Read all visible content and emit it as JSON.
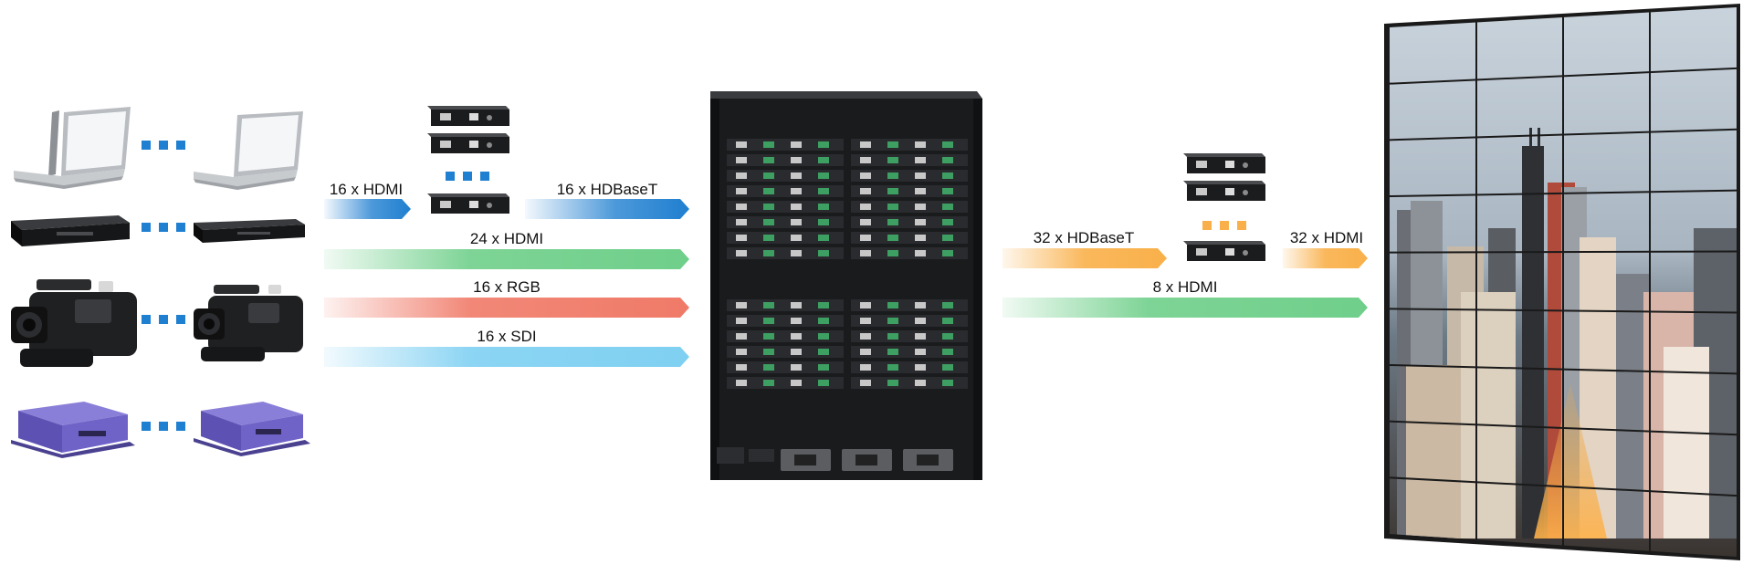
{
  "colors": {
    "hdmi_blue": "#1f7fd0",
    "hdmi_green": "#6fcf8a",
    "rgb_red": "#f07a68",
    "sdi_lightblue": "#7fd0f2",
    "hdbaset_orange": "#f9b04a",
    "dot_blue": "#1f7fd0",
    "dot_orange": "#f9b04a"
  },
  "sources": [
    {
      "name": "laptop",
      "icon": "laptop-icon"
    },
    {
      "name": "blu-ray-player",
      "icon": "player-icon"
    },
    {
      "name": "camcorder",
      "icon": "camcorder-icon"
    },
    {
      "name": "media-player",
      "icon": "media-box-icon"
    }
  ],
  "connections": {
    "in_hdmi_16": "16 x HDMI",
    "in_hdbaset_16": "16 x HDBaseT",
    "in_hdmi_24": "24 x HDMI",
    "in_rgb_16": "16 x RGB",
    "in_sdi_16": "16 x SDI",
    "out_hdbaset_32": "32 x HDBaseT",
    "out_hdmi_32": "32 x HDMI",
    "out_hdmi_8": "8 x HDMI"
  },
  "components": {
    "matrix": "matrix-switcher-chassis",
    "input_extenders": "hdbaset-transmitter-icon",
    "output_extenders": "hdbaset-receiver-icon",
    "display": "video-wall-icon"
  },
  "video_wall": {
    "columns": 4,
    "rows": 9
  }
}
